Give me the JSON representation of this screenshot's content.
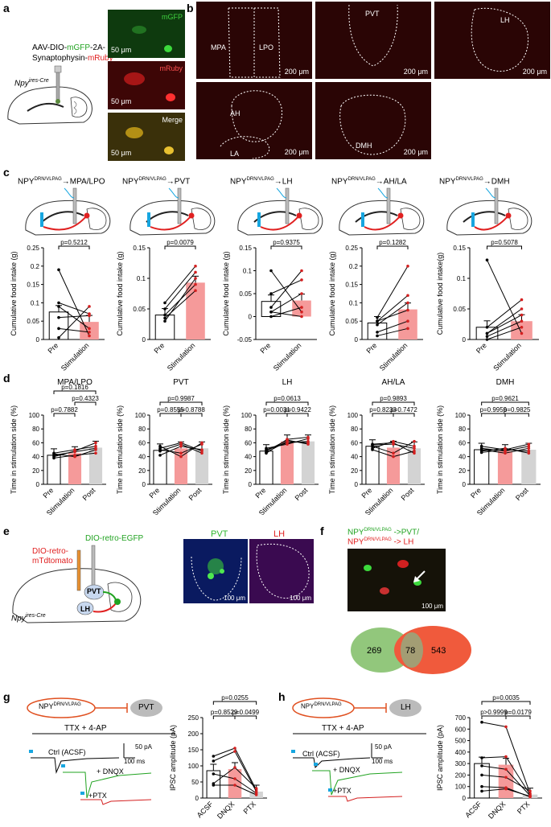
{
  "panels": {
    "a": {
      "label": "a",
      "construct_prefix": "AAV-DIO-",
      "construct_green": "mGFP",
      "construct_mid": "-2A-",
      "construct_line2_prefix": "Synaptophysin-",
      "construct_red": "mRuby",
      "mouse_line": "Npy",
      "mouse_line_sup": "ires-Cre",
      "images": [
        {
          "label": "mGFP",
          "scale": "50 μm",
          "tint": "#1f6e1f"
        },
        {
          "label": "mRuby",
          "scale": "50 μm",
          "tint": "#8a0f0f"
        },
        {
          "label": "Merge",
          "scale": "50 μm",
          "tint": "#6b5a10"
        }
      ]
    },
    "b": {
      "label": "b",
      "images": [
        {
          "regions": [
            "MPA",
            "LPO"
          ],
          "scale": "200 μm"
        },
        {
          "regions": [
            "PVT"
          ],
          "scale": "200 μm"
        },
        {
          "regions": [
            "LH"
          ],
          "scale": "200 μm"
        },
        {
          "regions": [
            "AH",
            "LA"
          ],
          "scale": "200 μm"
        },
        {
          "regions": [
            "DMH"
          ],
          "scale": "200 μm"
        }
      ]
    },
    "c": {
      "label": "c",
      "schematic_prefix": "NPY",
      "schematic_sup": "DRN/VLPAG",
      "schematic_arrow": "→",
      "targets": [
        "MPA/LPO",
        "PVT",
        "LH",
        "AH/LA",
        "DMH"
      ]
    },
    "d": {
      "label": "d"
    },
    "e": {
      "label": "e",
      "red_virus_line1": "DIO-retro-",
      "red_virus_line2": "mTdtomato",
      "green_virus": "DIO-retro-EGFP",
      "node_pvt": "PVT",
      "node_lh": "LH",
      "mouse_line": "Npy",
      "mouse_line_sup": "ires-Cre",
      "images": [
        {
          "label": "PVT",
          "scale": "100 μm",
          "label_color": "#2eb82e"
        },
        {
          "label": "LH",
          "scale": "100 μm",
          "label_color": "#e02020"
        }
      ]
    },
    "f": {
      "label": "f",
      "title_green_prefix": "NPY",
      "title_green_sup": "DRN/VLPAG",
      "title_green_suffix": " ->PVT/",
      "title_red_prefix": "NPY",
      "title_red_sup": "DRN/VLPAG",
      "title_red_suffix": " -> LH",
      "scale": "100 μm",
      "venn": {
        "left_only": "269",
        "overlap": "78",
        "right_only": "543",
        "left_color": "#92c77c",
        "right_color": "#f05a3c"
      }
    },
    "g": {
      "label": "g",
      "pre": "NPY",
      "pre_sup": "DRN/VLPAG",
      "post": "PVT",
      "condition": "TTX + 4-AP",
      "traces": [
        "Ctrl (ACSF)",
        "+ DNQX",
        "+PTX"
      ],
      "scalebar_y": "50 pA",
      "scalebar_x": "100 ms"
    },
    "h": {
      "label": "h",
      "pre": "NPY",
      "pre_sup": "DRN/VLPAG",
      "post": "LH",
      "condition": "TTX + 4-AP",
      "traces": [
        "Ctrl (ACSF)",
        "+ DNQX",
        "+PTX"
      ],
      "scalebar_y": "50 pA",
      "scalebar_x": "100 ms"
    }
  },
  "chart_data": [
    {
      "id": "c1",
      "type": "bar",
      "categories": [
        "Pre",
        "Stimulation"
      ],
      "values": [
        0.075,
        0.048
      ],
      "ylabel": "Cumulative food intake (g)",
      "ylim": [
        0,
        0.25
      ],
      "yticks": [
        0,
        0.05,
        0.1,
        0.15,
        0.2,
        0.25
      ],
      "stats": [
        {
          "between": [
            0,
            1
          ],
          "text": "p=0.5212"
        }
      ],
      "pairs": [
        [
          0.19,
          0.01
        ],
        [
          0.1,
          0.07
        ],
        [
          0.09,
          0.03
        ],
        [
          0.06,
          0.065
        ],
        [
          0.03,
          0.02
        ],
        [
          0.005,
          0.09
        ]
      ]
    },
    {
      "id": "c2",
      "type": "bar",
      "categories": [
        "Pre",
        "Stimulation"
      ],
      "values": [
        0.04,
        0.093
      ],
      "ylabel": "Cumulative food intake (g)",
      "ylim": [
        0,
        0.15
      ],
      "yticks": [
        0,
        0.05,
        0.1,
        0.15
      ],
      "stats": [
        {
          "between": [
            0,
            1
          ],
          "text": "p=0.0079"
        }
      ],
      "pairs": [
        [
          0.06,
          0.12
        ],
        [
          0.05,
          0.11
        ],
        [
          0.04,
          0.09
        ],
        [
          0.035,
          0.08
        ],
        [
          0.03,
          0.1
        ]
      ]
    },
    {
      "id": "c3",
      "type": "bar",
      "categories": [
        "Pre",
        "Stimulation"
      ],
      "values": [
        0.033,
        0.035
      ],
      "ylabel": "Cumulative food intake (g)",
      "ylim": [
        -0.05,
        0.15
      ],
      "yticks": [
        -0.05,
        0,
        0.05,
        0.1,
        0.15
      ],
      "stats": [
        {
          "between": [
            0,
            1
          ],
          "text": "p=0.9375"
        }
      ],
      "pairs": [
        [
          0.1,
          0.01
        ],
        [
          0.05,
          0.08
        ],
        [
          0.02,
          0.1
        ],
        [
          0.01,
          0.0
        ],
        [
          0.0,
          0.02
        ],
        [
          0.01,
          0.05
        ]
      ]
    },
    {
      "id": "c4",
      "type": "bar",
      "categories": [
        "Pre",
        "Stimulation"
      ],
      "values": [
        0.045,
        0.082
      ],
      "ylabel": "Cumulative food intake (g)",
      "ylim": [
        0,
        0.25
      ],
      "yticks": [
        0,
        0.05,
        0.1,
        0.15,
        0.2,
        0.25
      ],
      "stats": [
        {
          "between": [
            0,
            1
          ],
          "text": "p=0.1282"
        }
      ],
      "pairs": [
        [
          0.06,
          0.2
        ],
        [
          0.05,
          0.12
        ],
        [
          0.04,
          0.1
        ],
        [
          0.02,
          0.05
        ],
        [
          0.01,
          0.03
        ],
        [
          0.05,
          0.08
        ]
      ]
    },
    {
      "id": "c5",
      "type": "bar",
      "categories": [
        "Pre",
        "Stimulation"
      ],
      "values": [
        0.02,
        0.03
      ],
      "ylabel": "Cumulative food intake(g)",
      "ylim": [
        0,
        0.15
      ],
      "yticks": [
        0,
        0.05,
        0.1,
        0.15
      ],
      "stats": [
        {
          "between": [
            0,
            1
          ],
          "text": "p=0.5078"
        }
      ],
      "pairs": [
        [
          0.13,
          0.01
        ],
        [
          0.02,
          0.065
        ],
        [
          0.01,
          0.05
        ],
        [
          0.005,
          0.03
        ],
        [
          0.0,
          0.02
        ],
        [
          0.01,
          0.04
        ]
      ]
    },
    {
      "id": "d1",
      "title": "MPA/LPO",
      "type": "bar",
      "categories": [
        "Pre",
        "Stimulation",
        "Post"
      ],
      "values": [
        42,
        45,
        53
      ],
      "ylabel": "Time in stimulation side (%)",
      "ylim": [
        0,
        100
      ],
      "yticks": [
        0,
        20,
        40,
        60,
        80,
        100
      ],
      "stats": [
        {
          "between": [
            0,
            2
          ],
          "text": "p=0.1816",
          "level": 3
        },
        {
          "between": [
            1,
            2
          ],
          "text": "p=0.4323",
          "level": 2
        },
        {
          "between": [
            0,
            1
          ],
          "text": "p=0.7882",
          "level": 1
        }
      ],
      "pairs": [
        [
          40,
          48,
          60
        ],
        [
          45,
          50,
          55
        ],
        [
          38,
          42,
          45
        ],
        [
          44,
          40,
          50
        ],
        [
          42,
          47,
          52
        ]
      ]
    },
    {
      "id": "d2",
      "title": "PVT",
      "type": "bar",
      "categories": [
        "Pre",
        "Stimulation",
        "Post"
      ],
      "values": [
        49,
        52,
        52
      ],
      "ylabel": "Time in stimulation side (%)",
      "ylim": [
        0,
        100
      ],
      "yticks": [
        0,
        20,
        40,
        60,
        80,
        100
      ],
      "stats": [
        {
          "between": [
            0,
            2
          ],
          "text": "p=0.9987",
          "level": 2
        },
        {
          "between": [
            0,
            1
          ],
          "text": "p=0.8555",
          "level": 1
        },
        {
          "between": [
            1,
            2
          ],
          "text": "p=0.8788",
          "level": 1
        }
      ],
      "pairs": [
        [
          55,
          40,
          60
        ],
        [
          48,
          58,
          45
        ],
        [
          42,
          55,
          50
        ],
        [
          52,
          60,
          48
        ],
        [
          50,
          45,
          58
        ]
      ]
    },
    {
      "id": "d3",
      "title": "LH",
      "type": "bar",
      "categories": [
        "Pre",
        "Stimulation",
        "Post"
      ],
      "values": [
        48,
        62,
        62
      ],
      "ylabel": "Time in stimulation side (%)",
      "ylim": [
        0,
        100
      ],
      "yticks": [
        0,
        20,
        40,
        60,
        80,
        100
      ],
      "stats": [
        {
          "between": [
            0,
            2
          ],
          "text": "p=0.0613",
          "level": 2
        },
        {
          "between": [
            0,
            1
          ],
          "text": "p=0.0031",
          "level": 1
        },
        {
          "between": [
            1,
            2
          ],
          "text": "p=0.9422",
          "level": 1
        }
      ],
      "pairs": [
        [
          45,
          65,
          68
        ],
        [
          50,
          60,
          62
        ],
        [
          48,
          64,
          58
        ],
        [
          52,
          58,
          66
        ],
        [
          46,
          62,
          60
        ]
      ]
    },
    {
      "id": "d4",
      "title": "AH/LA",
      "type": "bar",
      "categories": [
        "Pre",
        "Stimulation",
        "Post"
      ],
      "values": [
        55,
        53,
        52
      ],
      "ylabel": "Time in stimulation side (%)",
      "ylim": [
        0,
        100
      ],
      "yticks": [
        0,
        20,
        40,
        60,
        80,
        100
      ],
      "stats": [
        {
          "between": [
            0,
            2
          ],
          "text": "p=0.9893",
          "level": 2
        },
        {
          "between": [
            0,
            1
          ],
          "text": "p=0.8233",
          "level": 1
        },
        {
          "between": [
            1,
            2
          ],
          "text": "p=0.7472",
          "level": 1
        }
      ],
      "pairs": [
        [
          58,
          60,
          45
        ],
        [
          55,
          45,
          62
        ],
        [
          52,
          62,
          55
        ],
        [
          50,
          40,
          48
        ],
        [
          57,
          58,
          52
        ]
      ]
    },
    {
      "id": "d5",
      "title": "DMH",
      "type": "bar",
      "categories": [
        "Pre",
        "Stimulation",
        "Post"
      ],
      "values": [
        50,
        48,
        50
      ],
      "ylabel": "Time in stimulation side (%)",
      "ylim": [
        0,
        100
      ],
      "yticks": [
        0,
        20,
        40,
        60,
        80,
        100
      ],
      "stats": [
        {
          "between": [
            0,
            2
          ],
          "text": "p=0.9621",
          "level": 2
        },
        {
          "between": [
            0,
            1
          ],
          "text": "p=0.9959",
          "level": 1
        },
        {
          "between": [
            1,
            2
          ],
          "text": "p=0.9825",
          "level": 1
        }
      ],
      "pairs": [
        [
          55,
          50,
          58
        ],
        [
          50,
          45,
          52
        ],
        [
          48,
          52,
          45
        ],
        [
          52,
          48,
          55
        ],
        [
          46,
          50,
          48
        ]
      ]
    },
    {
      "id": "g",
      "type": "bar",
      "categories": [
        "ACSF",
        "DNQX",
        "PTX"
      ],
      "values": [
        85,
        90,
        20
      ],
      "ylabel": "IPSC amplitude (pA)",
      "ylim": [
        0,
        250
      ],
      "yticks": [
        0,
        50,
        100,
        150,
        200,
        250
      ],
      "stats": [
        {
          "between": [
            0,
            2
          ],
          "text": "p=0.0255",
          "level": 2
        },
        {
          "between": [
            0,
            1
          ],
          "text": "p=0.8529",
          "level": 1
        },
        {
          "between": [
            1,
            2
          ],
          "text": "p=0.0499",
          "level": 1
        }
      ],
      "pairs": [
        [
          130,
          155,
          25
        ],
        [
          115,
          145,
          20
        ],
        [
          75,
          60,
          15
        ],
        [
          45,
          95,
          30
        ],
        [
          40,
          40,
          10
        ]
      ]
    },
    {
      "id": "h",
      "type": "bar",
      "categories": [
        "ACSF",
        "DNQX",
        "PTX"
      ],
      "values": [
        300,
        290,
        30
      ],
      "ylabel": "IPSC amplitude (pA)",
      "ylim": [
        0,
        700
      ],
      "yticks": [
        0,
        100,
        200,
        300,
        400,
        500,
        600,
        700
      ],
      "stats": [
        {
          "between": [
            0,
            2
          ],
          "text": "p=0.0035",
          "level": 2
        },
        {
          "between": [
            0,
            1
          ],
          "text": "p>0.9999",
          "level": 1
        },
        {
          "between": [
            1,
            2
          ],
          "text": "p=0.0179",
          "level": 1
        }
      ],
      "pairs": [
        [
          660,
          620,
          40
        ],
        [
          350,
          360,
          30
        ],
        [
          280,
          250,
          20
        ],
        [
          200,
          180,
          60
        ],
        [
          100,
          90,
          10
        ],
        [
          60,
          80,
          15
        ]
      ]
    }
  ],
  "colors": {
    "bar_pre": "#ffffff",
    "bar_stim": "#f59a9a",
    "bar_post": "#d3d3d3",
    "dot_red": "#d42020",
    "green": "#21a321",
    "red": "#e02020",
    "light_blue": "#17a6e0"
  }
}
